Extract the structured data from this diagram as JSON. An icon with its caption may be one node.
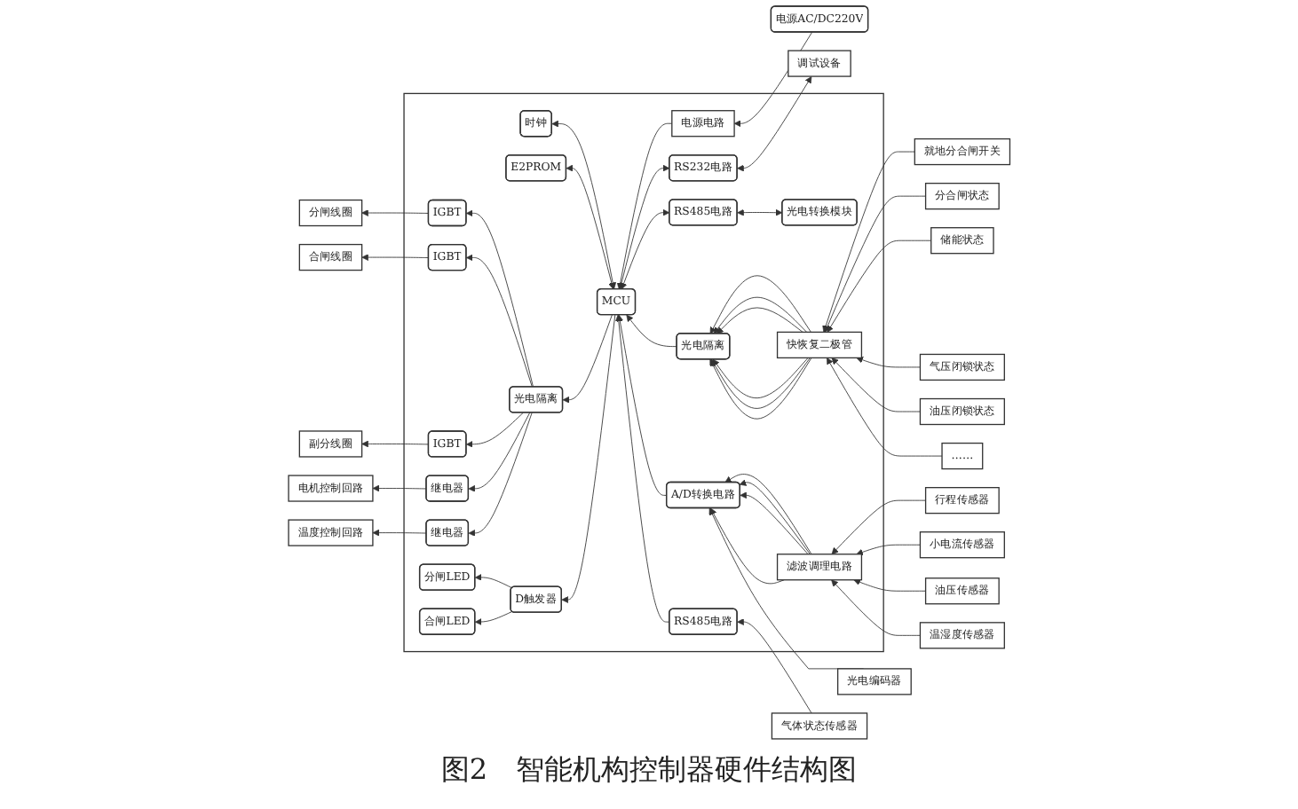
{
  "diagram": {
    "caption": "图2　智能机构控制器硬件结构图",
    "nodes": [
      {
        "text": [],
        "shape": "box"
      },
      {
        "text": [
          "电源AC/DC220V"
        ]
      },
      {
        "text": [
          "电源电路"
        ],
        "in": 0
      },
      {
        "text": [
          "MCU"
        ],
        "in": 0
      },
      {
        "text": [
          "时钟"
        ],
        "in": 0
      },
      {
        "text": [
          "E2PROM"
        ],
        "in": 0
      },
      {
        "text": [
          "光电隔离"
        ],
        "in": 0
      },
      {
        "text": [
          "IGBT"
        ],
        "in": 0
      },
      {
        "text": [
          "IGBT"
        ],
        "in": 0
      },
      {
        "text": [
          "IGBT"
        ],
        "in": 0
      },
      {
        "text": [
          "继电器"
        ],
        "in": 0
      },
      {
        "text": [
          "继电器"
        ],
        "in": 0
      },
      {
        "text": [
          "分闸线圈"
        ]
      },
      {
        "text": [
          "合闸线圈"
        ]
      },
      {
        "text": [
          "副分线圈"
        ]
      },
      {
        "text": [
          "电机控制回路"
        ]
      },
      {
        "text": [
          "温度控制回路"
        ]
      },
      {
        "text": [
          "D触发器"
        ],
        "in": 0
      },
      {
        "text": [
          "分闸LED"
        ],
        "in": 0
      },
      {
        "text": [
          "合闸LED"
        ],
        "in": 0
      },
      {
        "text": [
          "RS232电路"
        ],
        "in": 0
      },
      {
        "text": [
          "调试设备"
        ]
      },
      {
        "text": [
          "RS485电路"
        ],
        "in": 0
      },
      {
        "text": [
          "光电转换模块"
        ],
        "in": 0
      },
      {
        "text": [
          "光电隔离"
        ],
        "in": 0
      },
      {
        "text": [
          "快恢复二极管"
        ],
        "in": 0
      },
      {
        "text": [
          "就地分合闸开关"
        ]
      },
      {
        "text": [
          "分合闸状态"
        ]
      },
      {
        "text": [
          "储能状态"
        ]
      },
      {
        "text": [
          "气压闭锁状态"
        ]
      },
      {
        "text": [
          "油压闭锁状态"
        ]
      },
      {
        "text": [
          "……"
        ]
      },
      {
        "text": [
          "A/D转换电路"
        ],
        "in": 0
      },
      {
        "text": [
          "滤波调理电路"
        ],
        "in": 0
      },
      {
        "text": [
          "行程传感器"
        ]
      },
      {
        "text": [
          "小电流传感器"
        ]
      },
      {
        "text": [
          "油压传感器"
        ]
      },
      {
        "text": [
          "温湿度传感器"
        ]
      },
      {
        "text": [
          "光电编码器"
        ]
      },
      {
        "text": [
          "RS485电路"
        ],
        "in": 0
      },
      {
        "text": [
          "气体状态传感器"
        ]
      }
    ],
    "edges": [
      {
        "from": 1,
        "to": 2,
        "arrow": "to"
      },
      {
        "from": 2,
        "to": 3,
        "arrow": "to"
      },
      {
        "from": 3,
        "to": 4,
        "arrow": "both"
      },
      {
        "from": 3,
        "to": 5,
        "arrow": "both"
      },
      {
        "from": 3,
        "to": 6,
        "arrow": "to"
      },
      {
        "from": 6,
        "to": 7,
        "arrow": "to"
      },
      {
        "from": 6,
        "to": 8,
        "arrow": "to"
      },
      {
        "from": 6,
        "to": 9,
        "arrow": "to"
      },
      {
        "from": 6,
        "to": 10,
        "arrow": "to"
      },
      {
        "from": 6,
        "to": 11,
        "arrow": "to"
      },
      {
        "from": 7,
        "to": 12,
        "arrow": "to"
      },
      {
        "from": 8,
        "to": 13,
        "arrow": "to"
      },
      {
        "from": 9,
        "to": 14,
        "arrow": "to"
      },
      {
        "from": 10,
        "to": 15,
        "arrow": "to"
      },
      {
        "from": 11,
        "to": 16,
        "arrow": "to"
      },
      {
        "from": 3,
        "to": 17,
        "arrow": "to"
      },
      {
        "from": 17,
        "to": 18,
        "arrow": "to"
      },
      {
        "from": 17,
        "to": 19,
        "arrow": "to"
      },
      {
        "from": 21,
        "to": 20,
        "arrow": "both"
      },
      {
        "from": 20,
        "to": 3,
        "arrow": "both"
      },
      {
        "from": 23,
        "to": 22,
        "arrow": "both"
      },
      {
        "from": 22,
        "to": 3,
        "arrow": "both"
      },
      {
        "from": 26,
        "to": 25,
        "arrow": "to"
      },
      {
        "from": 27,
        "to": 25,
        "arrow": "to"
      },
      {
        "from": 28,
        "to": 25,
        "arrow": "to"
      },
      {
        "from": 29,
        "to": 25,
        "arrow": "to"
      },
      {
        "from": 30,
        "to": 25,
        "arrow": "to"
      },
      {
        "from": 31,
        "to": 25,
        "arrow": "to"
      },
      {
        "from": 25,
        "to": 24,
        "arrow": "to"
      },
      {
        "from": 25,
        "to": 24,
        "arrow": "to"
      },
      {
        "from": 25,
        "to": 24,
        "arrow": "to"
      },
      {
        "from": 25,
        "to": 24,
        "arrow": "to"
      },
      {
        "from": 25,
        "to": 24,
        "arrow": "to"
      },
      {
        "from": 25,
        "to": 24,
        "arrow": "to"
      },
      {
        "from": 24,
        "to": 3,
        "arrow": "to"
      },
      {
        "from": 34,
        "to": 33,
        "arrow": "to"
      },
      {
        "from": 35,
        "to": 33,
        "arrow": "to"
      },
      {
        "from": 36,
        "to": 33,
        "arrow": "to"
      },
      {
        "from": 37,
        "to": 33,
        "arrow": "to"
      },
      {
        "from": 33,
        "to": 32,
        "arrow": "to"
      },
      {
        "from": 33,
        "to": 32,
        "arrow": "to"
      },
      {
        "from": 33,
        "to": 32,
        "arrow": "to"
      },
      {
        "from": 33,
        "to": 32,
        "arrow": "to"
      },
      {
        "from": 38,
        "to": 32,
        "arrow": "to"
      },
      {
        "from": 32,
        "to": 3,
        "arrow": "to"
      },
      {
        "from": 40,
        "to": 39,
        "arrow": "to"
      },
      {
        "from": 39,
        "to": 3,
        "arrow": "to"
      }
    ]
  }
}
